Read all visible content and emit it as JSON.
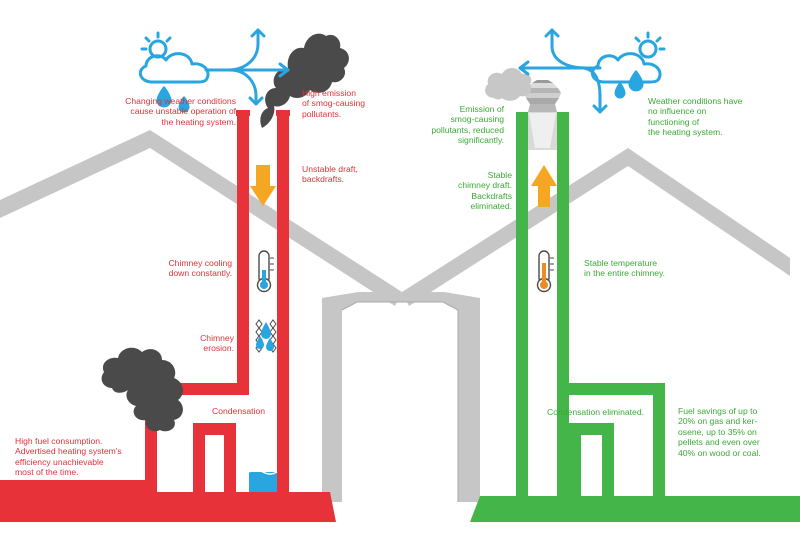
{
  "colors": {
    "bad": "#e73239",
    "good": "#44b649",
    "house": "#c6c6c6",
    "house_outline": "#a9a9a9",
    "smoke": "#4a4a4a",
    "smoke_light": "#c7c7c7",
    "weather": "#29a5e0",
    "arrow": "#f5a623",
    "water": "#29a5e0"
  },
  "icons": {
    "bad_weather": "sun-cloud-rain-icon",
    "good_weather": "sun-cloud-rain-icon",
    "thermometer_bad": "thermometer-cold-icon",
    "thermometer_good": "thermometer-warm-icon",
    "erosion": "water-drops-icon",
    "cap": "chimney-cap-icon"
  },
  "left": {
    "weather_note": "Changing weather conditions\ncause unstable  operation of\nthe heating system.",
    "emission_note": "High emission\nof smog-causing\npollutants.",
    "draft_note": "Unstable draft,\nbackdrafts.",
    "cooling_note": "Chimney cooling\ndown constantly.",
    "erosion_note": "Chimney\nerosion.",
    "condensation_note": "Condensation",
    "fuel_note": "High fuel consumption.\nAdvertised heating system's\nefficiency unachievable\nmost of the time."
  },
  "right": {
    "emission_note": "Emission of\nsmog-causing\npollutants, reduced\nsignificantly.",
    "weather_note": "Weather conditions have\nno influence on\nfunctioning of\nthe heating system.",
    "draft_note": "Stable\nchimney draft.\nBackdrafts\neliminated.",
    "temperature_note": "Stable temperature\nin the entire chimney.",
    "condensation_note": "Condensation eliminated.",
    "savings_note": "Fuel savings of up to\n20% on gas and ker-\nosene, up to 35% on\npellets and even over\n40% on wood or coal."
  }
}
